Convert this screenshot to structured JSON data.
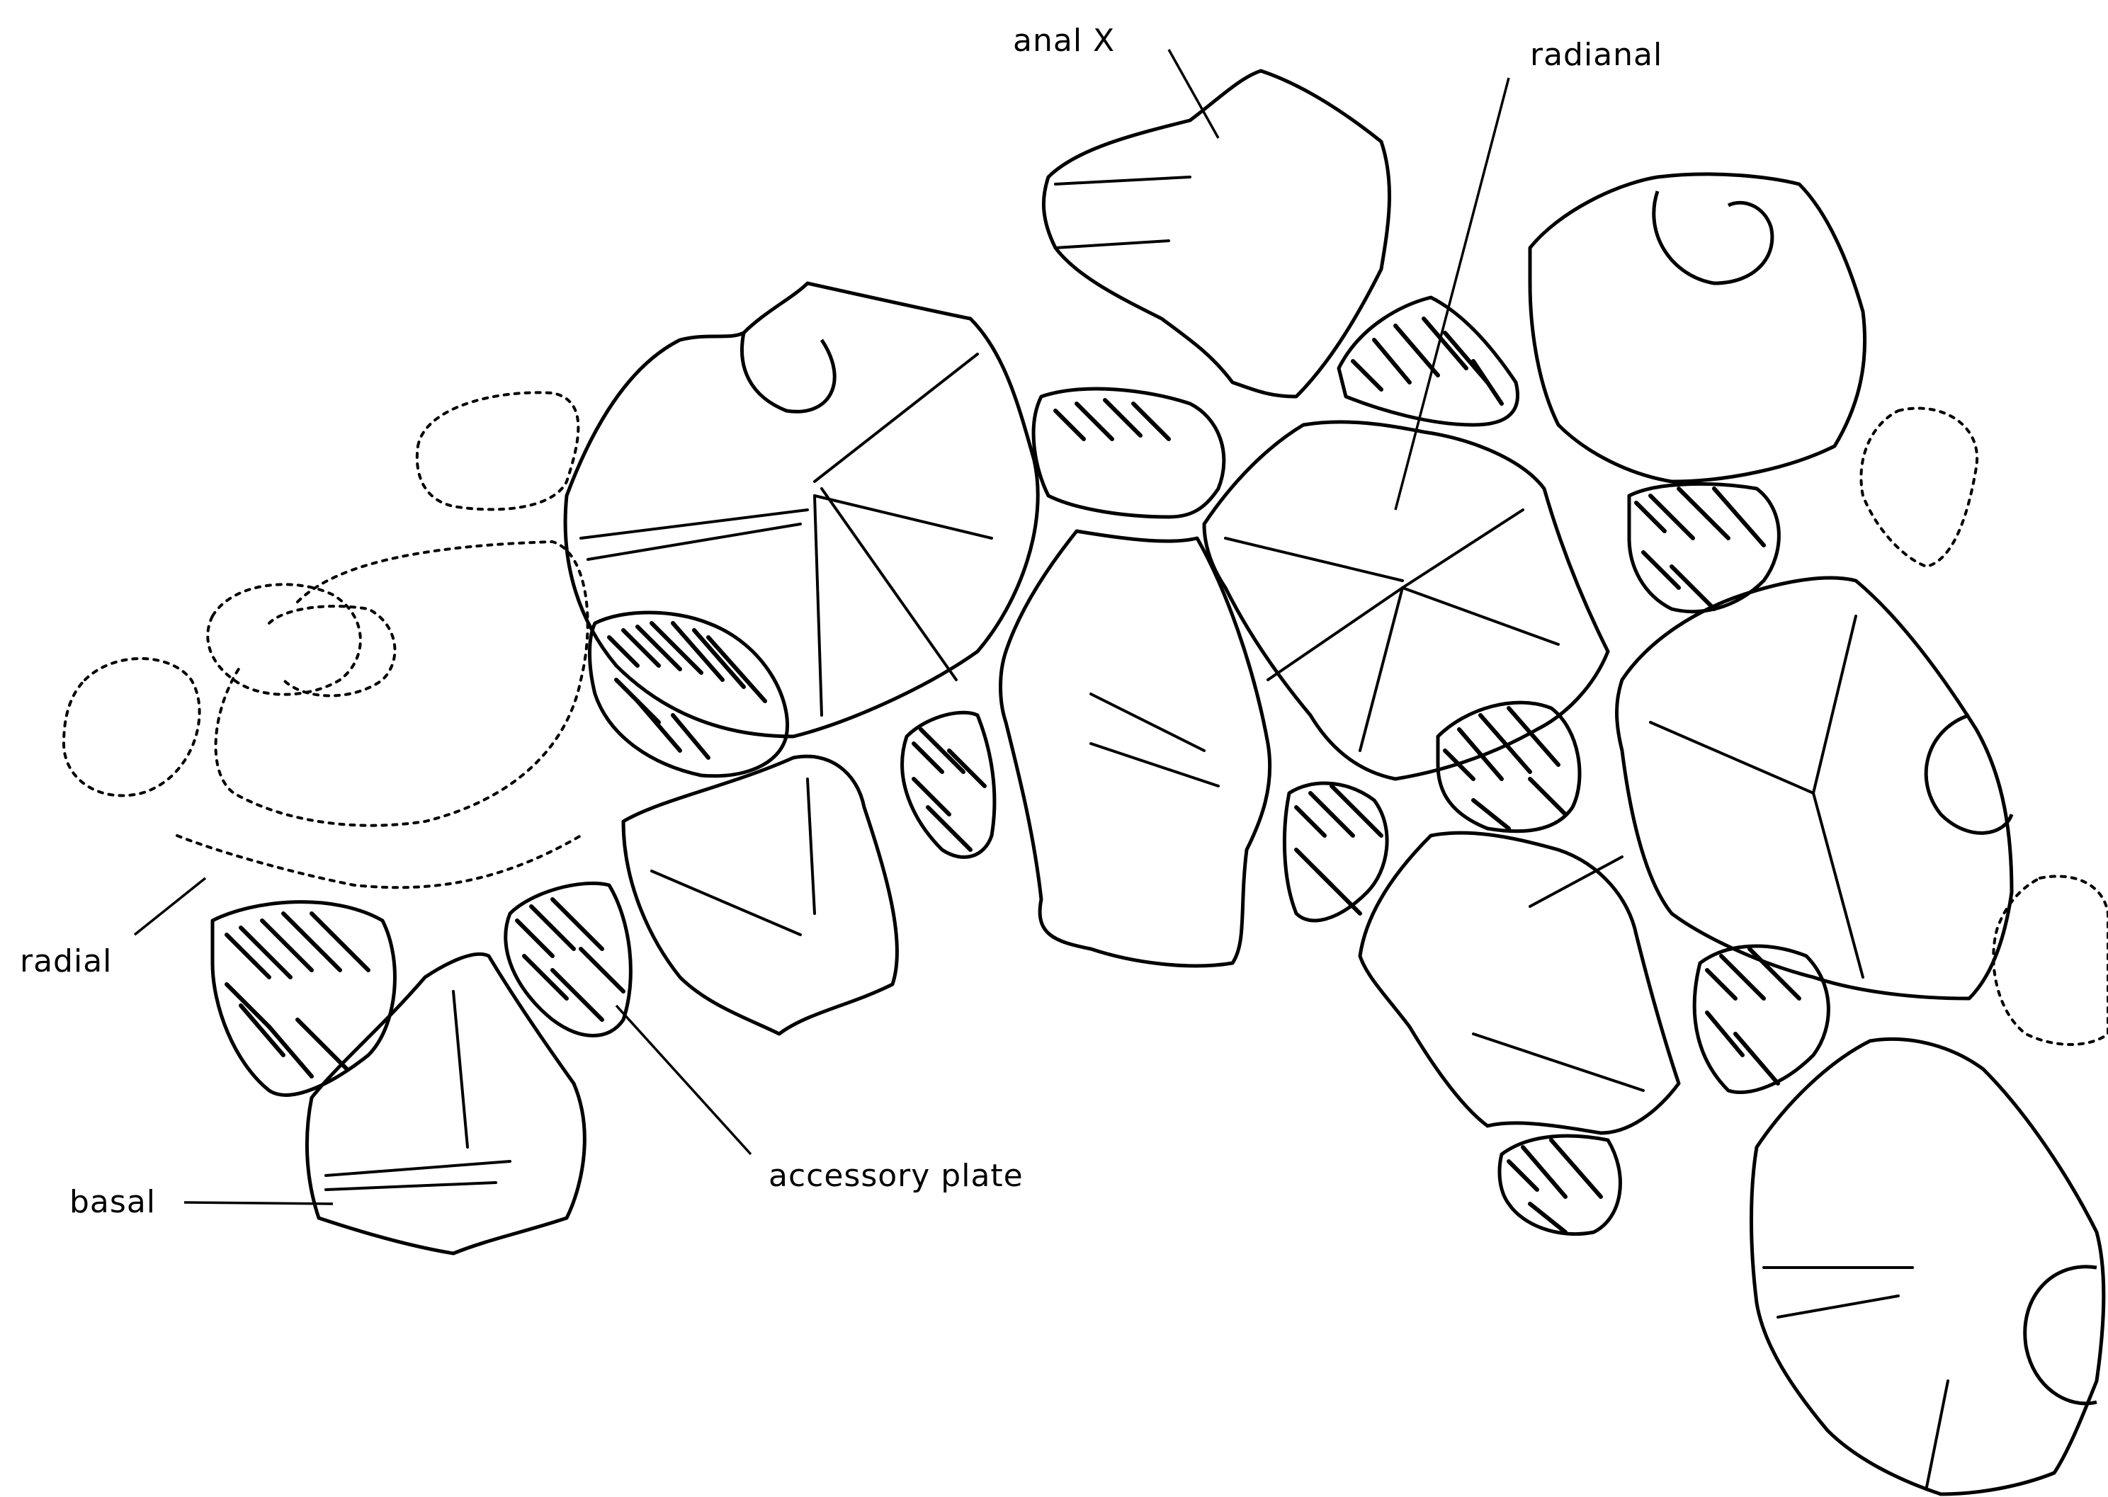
{
  "labels": {
    "anal_x": "anal X",
    "radianal": "radianal",
    "radial": "radial",
    "basal": "basal",
    "accessory_plate": "accessory plate"
  },
  "colors": {
    "ink": "#000000",
    "paper": "#ffffff"
  }
}
